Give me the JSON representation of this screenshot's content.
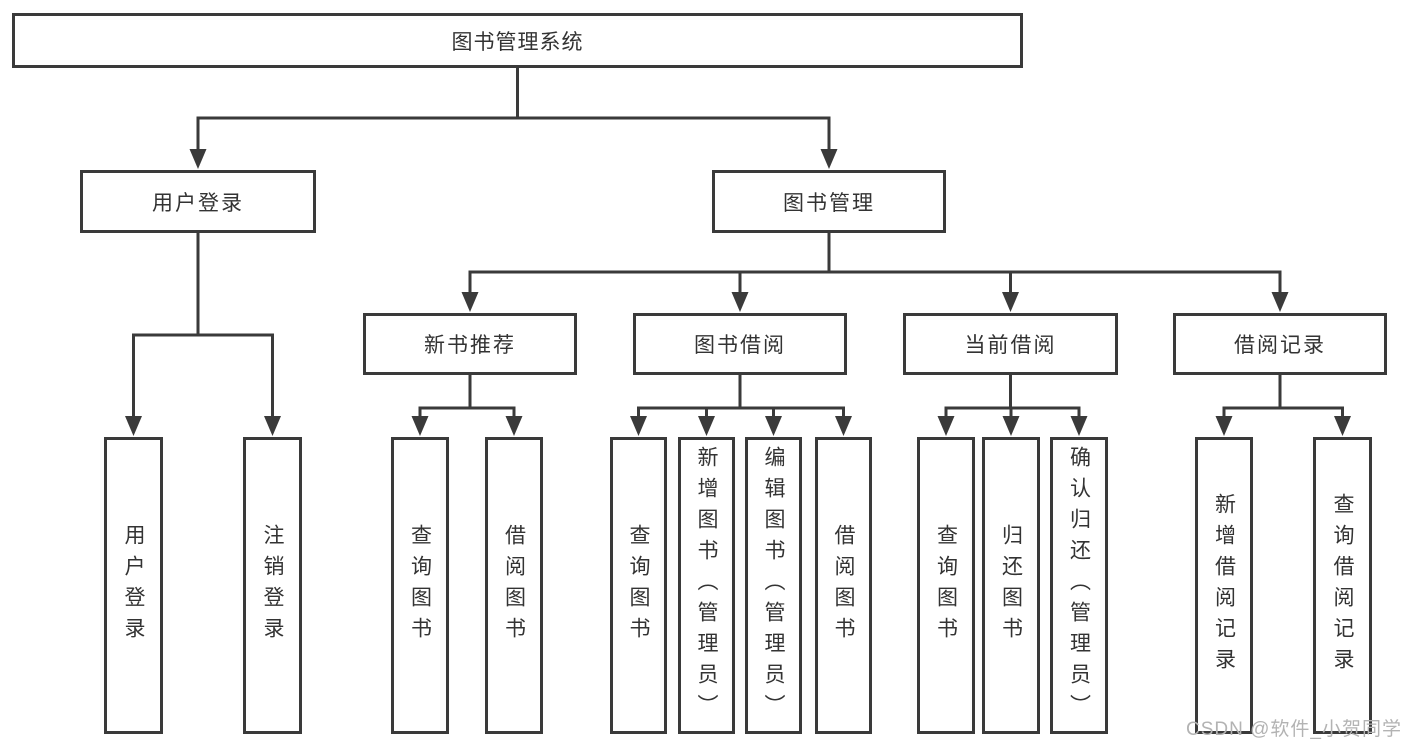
{
  "nodes": {
    "root": {
      "label": "图书管理系统"
    },
    "user_login": {
      "label": "用户登录"
    },
    "book_mgmt": {
      "label": "图书管理"
    },
    "login": {
      "label": "用户登录"
    },
    "logout": {
      "label": "注销登录"
    },
    "new_book": {
      "label": "新书推荐"
    },
    "book_borrow": {
      "label": "图书借阅"
    },
    "current_borrow": {
      "label": "当前借阅"
    },
    "borrow_record": {
      "label": "借阅记录"
    },
    "nb_query": {
      "label": "查询图书"
    },
    "nb_borrow": {
      "label": "借阅图书"
    },
    "bb_query": {
      "label": "查询图书"
    },
    "bb_add": {
      "label": "新增图书（管理员）"
    },
    "bb_edit": {
      "label": "编辑图书（管理员）"
    },
    "bb_borrow": {
      "label": "借阅图书"
    },
    "cb_query": {
      "label": "查询图书"
    },
    "cb_return": {
      "label": "归还图书"
    },
    "cb_confirm": {
      "label": "确认归还（管理员）"
    },
    "br_add": {
      "label": "新增借阅记录"
    },
    "br_query": {
      "label": "查询借阅记录"
    }
  },
  "hierarchy": {
    "图书管理系统": {
      "用户登录": [
        "用户登录",
        "注销登录"
      ],
      "图书管理": {
        "新书推荐": [
          "查询图书",
          "借阅图书"
        ],
        "图书借阅": [
          "查询图书",
          "新增图书（管理员）",
          "编辑图书（管理员）",
          "借阅图书"
        ],
        "当前借阅": [
          "查询图书",
          "归还图书",
          "确认归还（管理员）"
        ],
        "借阅记录": [
          "新增借阅记录",
          "查询借阅记录"
        ]
      }
    }
  },
  "watermark": {
    "text": "CSDN @软件_小贺同学"
  },
  "colors": {
    "line": "#3a3a3a",
    "text": "#333333",
    "background": "#ffffff",
    "watermark": "#b3b3b3"
  }
}
